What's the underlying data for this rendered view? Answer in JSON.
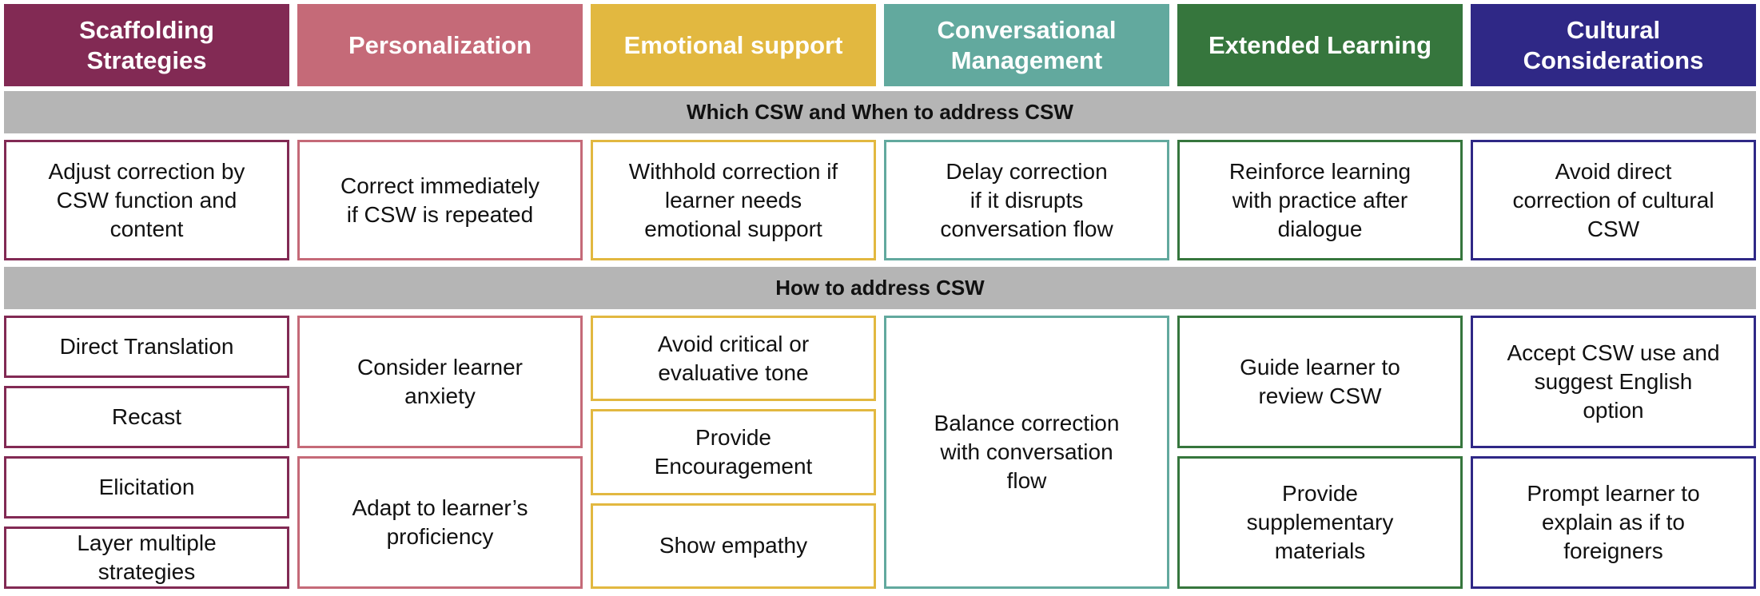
{
  "columns": [
    {
      "title": "Scaffolding\nStrategies",
      "color": "#822a54",
      "when": "Adjust correction by\nCSW function and\ncontent",
      "how": [
        "Direct Translation",
        "Recast",
        "Elicitation",
        "Layer multiple\nstrategies"
      ]
    },
    {
      "title": "Personalization",
      "color": "#c56a78",
      "when": "Correct immediately\nif CSW is repeated",
      "how": [
        "Consider learner\nanxiety",
        "Adapt to learner’s\nproficiency"
      ]
    },
    {
      "title": "Emotional support",
      "color": "#e2b840",
      "when": "Withhold correction if\nlearner needs\nemotional support",
      "how": [
        "Avoid critical or\nevaluative tone",
        "Provide\nEncouragement",
        "Show empathy"
      ]
    },
    {
      "title": "Conversational\nManagement",
      "color": "#62a99e",
      "when": "Delay correction\nif it disrupts\nconversation flow",
      "how": [
        "Balance correction\nwith conversation\nflow"
      ]
    },
    {
      "title": "Extended Learning",
      "color": "#36763d",
      "when": "Reinforce learning\nwith practice after\ndialogue",
      "how": [
        "Guide learner to\nreview CSW",
        "Provide\nsupplementary\nmaterials"
      ]
    },
    {
      "title": "Cultural\nConsiderations",
      "color": "#2f2886",
      "when": "Avoid direct\ncorrection of cultural\nCSW",
      "how": [
        "Accept CSW use and\nsuggest English\noption",
        "Prompt learner to\nexplain as if to\nforeigners"
      ]
    }
  ],
  "bands": {
    "when_label": "Which CSW and When to address CSW",
    "how_label": "How to address CSW"
  }
}
